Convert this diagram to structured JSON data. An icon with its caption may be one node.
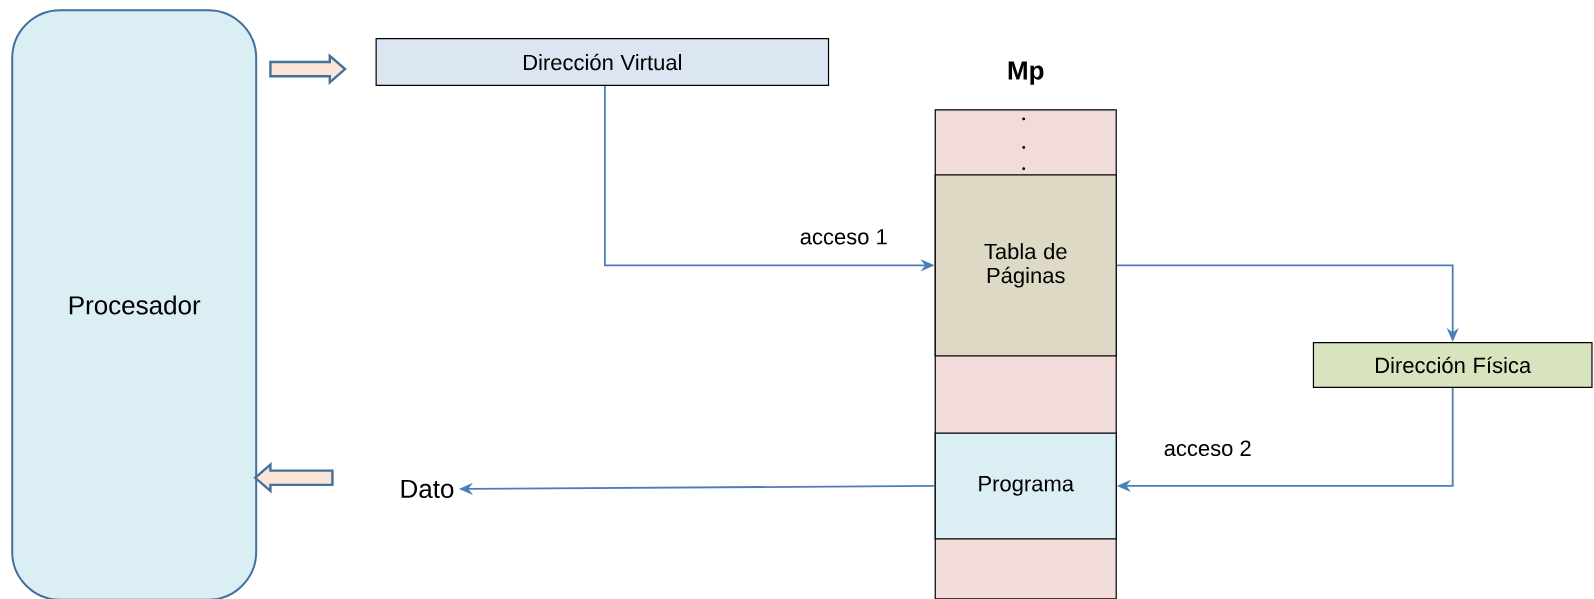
{
  "diagram": {
    "nodes": [
      {
        "text": [
          "Procesador"
        ]
      },
      {
        "text": [
          "Dirección Virtual"
        ]
      },
      {
        "text": [
          "Mp"
        ]
      },
      {
        "text": [
          "Tabla de Páginas"
        ],
        "in": 2
      },
      {
        "text": [
          "Programa"
        ],
        "in": 2
      },
      {
        "text": [
          "Dirección Física"
        ]
      },
      {
        "text": [
          "Dato"
        ]
      }
    ],
    "edges": [
      {
        "from": 0,
        "to": 1,
        "arrow": "to",
        "style": "thick",
        "color": "#fbe5d6"
      },
      {
        "from": 1,
        "to": 3,
        "arrow": "to",
        "label": "acceso 1"
      },
      {
        "from": 3,
        "to": 5,
        "arrow": "to"
      },
      {
        "from": 5,
        "to": 4,
        "arrow": "to",
        "label": "acceso 2"
      },
      {
        "from": 4,
        "to": 6,
        "arrow": "to"
      },
      {
        "from": 6,
        "to": 0,
        "arrow": "to",
        "style": "thick",
        "color": "#fbe5d6"
      }
    ]
  }
}
